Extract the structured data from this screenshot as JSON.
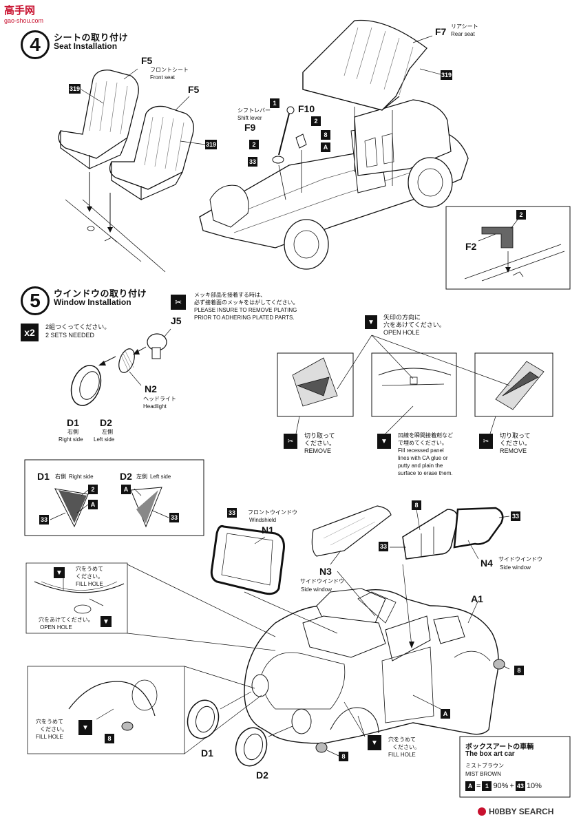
{
  "watermark": {
    "top_text": "高手网",
    "url": "gao-shou.com"
  },
  "step4": {
    "number": "4",
    "title_jp": "シートの取り付け",
    "title_en": "Seat Installation",
    "f5_a": {
      "code": "F5",
      "jp": "フロントシート",
      "en": "Front seat"
    },
    "f5_b": {
      "code": "F5"
    },
    "tag319_a": "319",
    "tag319_b": "319",
    "tag319_c": "319",
    "f7": {
      "code": "F7",
      "jp": "リアシート",
      "en": "Rear seat"
    },
    "shift": {
      "jp": "シフトレバー",
      "en": "Shift lever"
    },
    "f10": "F10",
    "f9": "F9",
    "tag1": "1",
    "tag2a": "2",
    "tag2b": "2",
    "tag8": "8",
    "tagA": "A",
    "tag33": "33",
    "inset": {
      "tag2": "2",
      "part": "F2"
    }
  },
  "step5": {
    "number": "5",
    "title_jp": "ウインドウの取り付け",
    "title_en": "Window Installation",
    "plating_note": {
      "line1": "メッキ部品を接着する時は、",
      "line2": "必ず接着面のメッキをはがしてください。",
      "line3": "PLEASE INSURE TO REMOVE PLATING",
      "line4": "PRIOR TO ADHERING PLATED PARTS."
    },
    "x2": {
      "badge": "x2",
      "jp": "2組つくってください。",
      "en": "2 SETS NEEDED"
    },
    "j5": "J5",
    "n2": {
      "code": "N2",
      "jp": "ヘッドライト",
      "en": "Headlight"
    },
    "d1": {
      "code": "D1",
      "jp": "右側",
      "en": "Right side"
    },
    "d2": {
      "code": "D2",
      "jp": "左側",
      "en": "Left side"
    },
    "open_hole_top": {
      "jp1": "矢印の方向に",
      "jp2": "穴をあけてください。",
      "en": "OPEN HOLE"
    },
    "remove_l": {
      "jp": "切り取って",
      "jp2": "ください。",
      "en": "REMOVE"
    },
    "remove_r": {
      "jp": "切り取って",
      "jp2": "ください。",
      "en": "REMOVE"
    },
    "fill_note": {
      "jp1": "凹線を瞬間接着剤など",
      "jp2": "で埋めてください。",
      "en1": "Fill recessed panel",
      "en2": "lines with CA glue or",
      "en3": "putty and plain the",
      "en4": "surface to erase them."
    },
    "paint_box": {
      "d1": "D1",
      "d1_jp": "右側",
      "d1_en": "Right side",
      "d2": "D2",
      "d2_jp": "左側",
      "d2_en": "Left side",
      "t2": "2",
      "t33a": "33",
      "tA_a": "A",
      "tA_b": "A",
      "t33b": "33"
    },
    "n1": {
      "tag": "33",
      "jp": "フロントウインドウ",
      "en": "Windshield",
      "code": "N1"
    },
    "n3": {
      "code": "N3",
      "jp": "サイドウインドウ",
      "en": "Side window"
    },
    "n4": {
      "code": "N4",
      "jp": "サイドウインドウ",
      "en": "Side window",
      "tag8": "8",
      "tag33a": "33",
      "tag33b": "33"
    },
    "a1": "A1",
    "tag8_rear": "8",
    "tagA_body": "A",
    "fill_hole_box": {
      "jp1": "穴をうめて",
      "jp2": "ください。",
      "en": "FILL HOLE",
      "open_jp": "穴をあけてください。",
      "open_en": "OPEN HOLE"
    },
    "fill_hole_left": {
      "jp1": "穴をうめて",
      "jp2": "ください。",
      "en": "FILL HOLE",
      "tag8": "8"
    },
    "fill_hole_bottom": {
      "jp1": "穴をうめて",
      "jp2": "ください。",
      "en": "FILL HOLE",
      "tag8": "8"
    },
    "d1_bottom": "D1",
    "d2_bottom": "D2"
  },
  "box_art": {
    "title_jp": "ボックスアートの車輌",
    "title_en": "The box art car",
    "color_jp": "ミストブラウン",
    "color_en": "MIST BROWN",
    "formula": {
      "tagA": "A",
      "tag1": "1",
      "pct1": "90%",
      "plus": "+",
      "tag43": "43",
      "pct2": "10%"
    }
  },
  "footer": {
    "logo": "H0BBY SEARCH"
  }
}
